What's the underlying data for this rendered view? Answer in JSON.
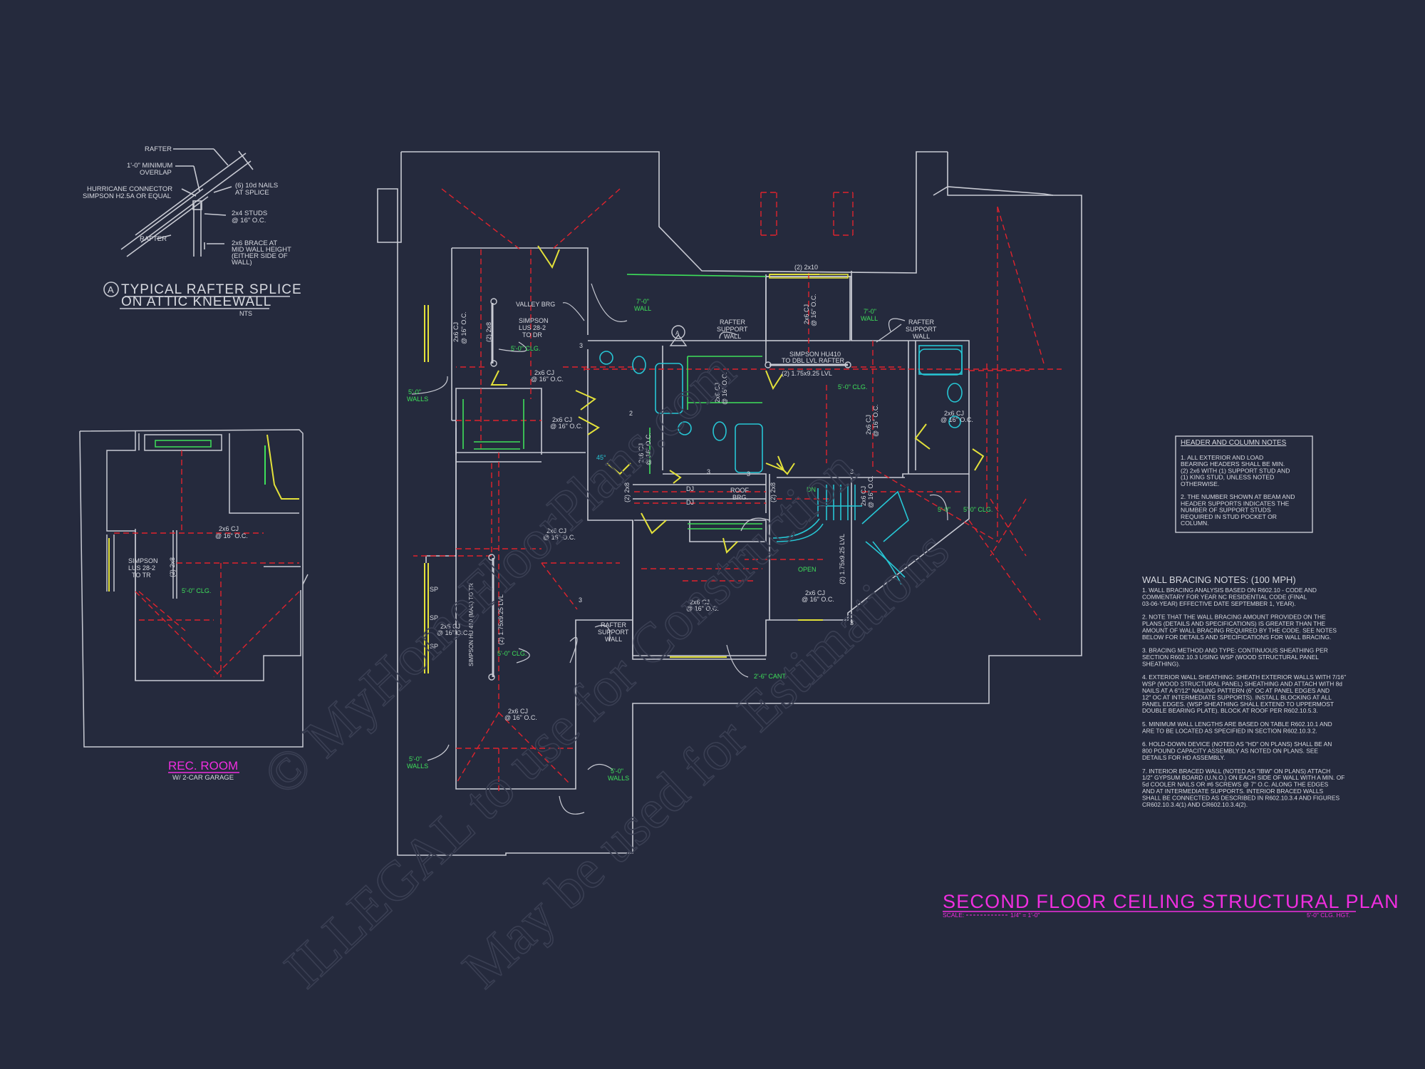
{
  "detail": {
    "title_line1": "TYPICAL RAFTER SPLICE",
    "title_line2": "ON ATTIC KNEEWALL",
    "marker": "A",
    "scale": "NTS",
    "label_rafter": "RAFTER",
    "label_overlap_1": "1'-0\" MINIMUM",
    "label_overlap_2": "OVERLAP",
    "label_connector_1": "HURRICANE CONNECTOR",
    "label_connector_2": "SIMPSON H2.5A OR EQUAL",
    "label_nails_1": "(6) 10d NAILS",
    "label_nails_2": "AT SPLICE",
    "label_studs_1": "2x4 STUDS",
    "label_studs_2": "@ 16\" O.C.",
    "label_brace_1": "2x6 BRACE AT",
    "label_brace_2": "MID WALL HEIGHT",
    "label_brace_3": "(EITHER SIDE OF",
    "label_brace_4": "WALL)",
    "label_rafter_low": "RAFTER"
  },
  "rec_room": {
    "title": "REC. ROOM",
    "subtitle": "W/ 2-CAR GARAGE",
    "joist": "2x6 CJ",
    "joist_spacing": "@ 16\" O.C.",
    "hanger_1": "SIMPSON",
    "hanger_2": "LUS 28-2",
    "hanger_3": "TO TR",
    "beam": "(2) 2x8",
    "clg": "5'-0\" CLG."
  },
  "plan_labels": {
    "valley_brg": "VALLEY BRG",
    "simpson_lus_1": "SIMPSON",
    "simpson_lus_2": "LUS 28-2",
    "simpson_lus_3": "TO DR",
    "clg_5": "5'-0\" CLG.",
    "cj": "2x6 CJ",
    "oc": "@ 16\" O.C.",
    "beam_2x8": "(2) 2x8",
    "beam_2x10": "(2) 2x10",
    "wall_7_1": "7'-0\"",
    "wall_7_2": "WALL",
    "walls_5_1": "5'-0\"",
    "walls_5_2": "WALLS",
    "rafter_support_1": "RAFTER",
    "rafter_support_2": "SUPPORT",
    "rafter_support_3": "WALL",
    "simpson_hu_1": "SIMPSON HU410",
    "simpson_hu_2": "TO DBL LVL RAFTER",
    "lvl": "(2) 1.75x9.25 LVL",
    "roof_brg_1": "ROOF",
    "roof_brg_2": "BRG.",
    "dj": "DJ",
    "dn": "DN",
    "open": "OPEN",
    "cant": "2'-6\" CANT.",
    "simpson_hu_v": "SIMPSON HU 410 (MAX) TO TR",
    "sp": "SP",
    "dim_45": "45°",
    "num_3": "3",
    "num_2": "2",
    "sect_a": "A"
  },
  "header_notes": {
    "title": "HEADER AND COLUMN NOTES",
    "lines": [
      "1. ALL EXTERIOR AND LOAD",
      "BEARING HEADERS SHALL BE MIN.",
      "(2) 2x6 WITH (1) SUPPORT STUD AND",
      "(1) KING STUD, UNLESS NOTED",
      "OTHERWISE.",
      "",
      "2. THE NUMBER SHOWN AT BEAM AND",
      "HEADER SUPPORTS INDICATES THE",
      "NUMBER OF SUPPORT STUDS",
      "REQUIRED IN STUD POCKET OR",
      "COLUMN."
    ]
  },
  "bracing_notes": {
    "title": "WALL BRACING NOTES: (100 MPH)",
    "lines": [
      "1. WALL BRACING ANALYSIS BASED ON R602.10 - CODE AND",
      "COMMENTARY FOR YEAR NC RESIDENTIAL CODE (FINAL",
      "03-06-YEAR) EFFECTIVE DATE SEPTEMBER 1, YEAR).",
      "",
      "2. NOTE THAT THE WALL BRACING AMOUNT PROVIDED ON THE",
      "PLANS (DETAILS AND SPECIFICATIONS) IS GREATER THAN THE",
      "AMOUNT OF WALL BRACING REQUIRED BY THE CODE. SEE NOTES",
      "BELOW FOR DETAILS AND SPECIFICATIONS FOR WALL BRACING.",
      "",
      "3. BRACING METHOD AND TYPE: CONTINUOUS SHEATHING PER",
      "SECTION R602.10.3 USING WSP (WOOD STRUCTURAL PANEL",
      "SHEATHING).",
      "",
      "4. EXTERIOR WALL SHEATHING: SHEATH EXTERIOR WALLS WITH 7/16\"",
      "WSP (WOOD STRUCTURAL PANEL) SHEATHING AND ATTACH WITH 8d",
      "NAILS AT A 6\"/12\" NAILING PATTERN (6\" OC AT PANEL EDGES AND",
      "12\" OC AT INTERMEDIATE SUPPORTS). INSTALL BLOCKING AT ALL",
      "PANEL EDGES. (WSP SHEATHING SHALL EXTEND TO UPPERMOST",
      "DOUBLE BEARING PLATE). BLOCK AT ROOF PER R602.10.5.3.",
      "",
      "5. MINIMUM WALL LENGTHS ARE BASED ON TABLE R602.10.1 AND",
      "ARE TO BE LOCATED AS SPECIFIED IN SECTION R602.10.3.2.",
      "",
      "6. HOLD-DOWN DEVICE (NOTED AS \"HD\" ON PLANS) SHALL BE AN",
      "800 POUND CAPACITY ASSEMBLY AS NOTED ON PLANS. SEE",
      "DETAILS FOR HD ASSEMBLY.",
      "",
      "7. INTERIOR BRACED WALL (NOTED AS \"IBW\" ON PLANS) ATTACH",
      "1/2\" GYPSUM BOARD (U.N.O.) ON EACH SIDE OF WALL WITH A MIN. OF",
      "5d COOLER NAILS OR #6 SCREWS @ 7\" O.C. ALONG THE EDGES",
      "AND AT INTERMEDIATE SUPPORTS. INTERIOR BRACED WALLS",
      "SHALL BE CONNECTED AS DESCRIBED IN R602.10.3.4 AND FIGURES",
      "CR602.10.3.4(1) AND CR602.10.3.4(2)."
    ]
  },
  "title_block": {
    "title": "SECOND FLOOR CEILING STRUCTURAL PLAN",
    "scale_label": "SCALE:",
    "scale_value": "1/4\" = 1'-0\"",
    "clg_hgt": "5'-0\" CLG. HGT."
  },
  "watermark": {
    "line1": "© MyHomeFloorPlans.com",
    "line2": "ILLEGAL to use for Construction",
    "line3": "May be used for Estimations"
  },
  "colors": {
    "background": "#252a3d",
    "line": "#c8cad3",
    "green": "#3ee05a",
    "yellow": "#e3e13a",
    "red": "#e0232d",
    "cyan": "#27c6d4",
    "magenta": "#f02ee0"
  }
}
